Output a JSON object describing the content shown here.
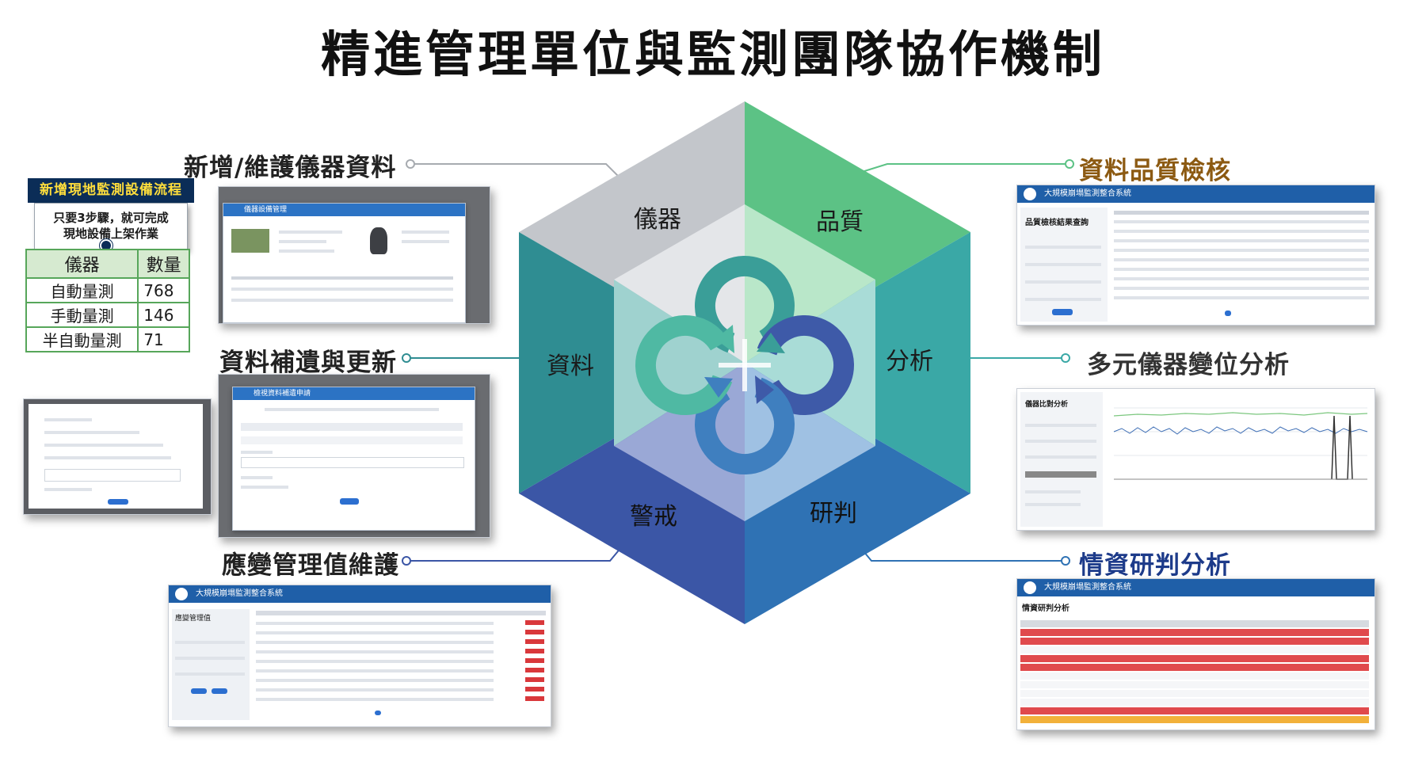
{
  "title": "精進管理單位與監測團隊協作機制",
  "labels": {
    "left_top": "新增/維護儀器資料",
    "left_mid": "資料補遺與更新",
    "left_bot": "應變管理值維護",
    "right_top": "資料品質檢核",
    "right_mid": "多元儀器變位分析",
    "right_bot": "情資研判分析"
  },
  "hexagon": {
    "faces": [
      "儀器",
      "品質",
      "資料",
      "分析",
      "警戒",
      "研判"
    ],
    "colors": {
      "top_left": "#c3c6cb",
      "top_right": "#5cc285",
      "left": "#2f8d92",
      "right": "#3aa8a6",
      "bottom_left": "#3b56a6",
      "bottom_right": "#2f72b4",
      "arrow_teal": "#3a9e98",
      "arrow_navy": "#3e5aa8",
      "arrow_blue": "#3f7fbf",
      "arrow_mint": "#4fb9a3"
    }
  },
  "flow_box": {
    "title": "新增現地監測設備流程",
    "line1": "只要3步驟，就可完成",
    "line2": "現地設備上架作業"
  },
  "device_table": {
    "headers": [
      "儀器",
      "數量"
    ],
    "rows": [
      {
        "name": "自動量測",
        "count": "768"
      },
      {
        "name": "手動量測",
        "count": "146"
      },
      {
        "name": "半自動量測",
        "count": "71"
      }
    ]
  },
  "screens": {
    "app_name": "大規模崩塌監測整合系統",
    "device_modal_title": "儀器設備管理",
    "fill_modal_title": "檢視資料補遺申請",
    "quality_page_title": "品質檢核結果查詢",
    "compare_page_title": "儀器比對分析",
    "threshold_page_title": "應變管理值",
    "intel_page_title": "情資研判分析"
  }
}
